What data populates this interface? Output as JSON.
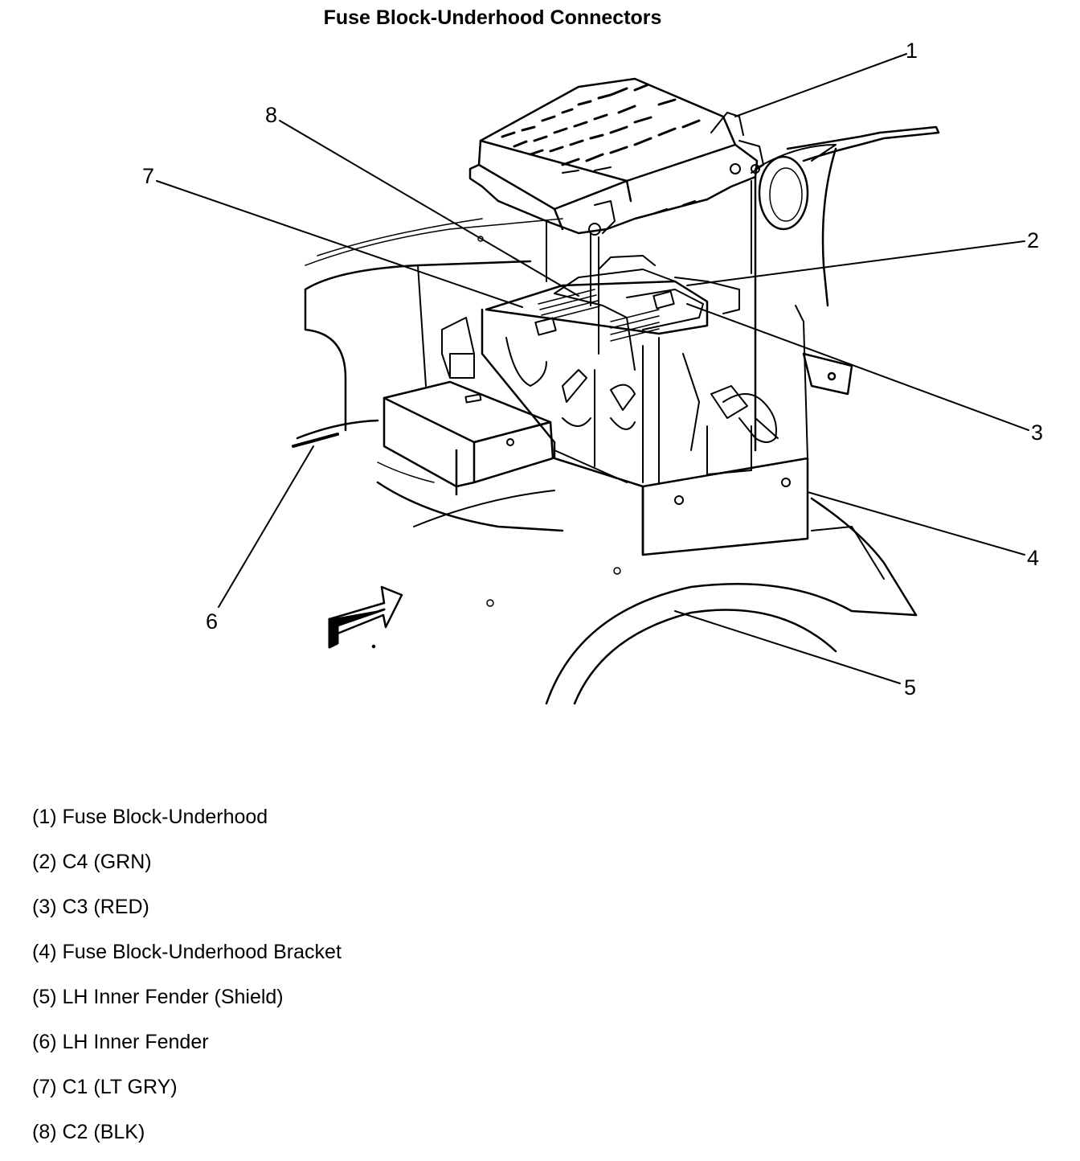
{
  "title": "Fuse Block-Underhood Connectors",
  "callouts": [
    "1",
    "2",
    "3",
    "4",
    "5",
    "6",
    "7",
    "8"
  ],
  "legend": [
    "(1) Fuse Block-Underhood",
    "(2) C4 (GRN)",
    "(3) C3 (RED)",
    "(4) Fuse Block-Underhood Bracket",
    "(5) LH Inner Fender (Shield)",
    "(6) LH Inner Fender",
    "(7) C1 (LT GRY)",
    "(8) C2 (BLK)"
  ]
}
